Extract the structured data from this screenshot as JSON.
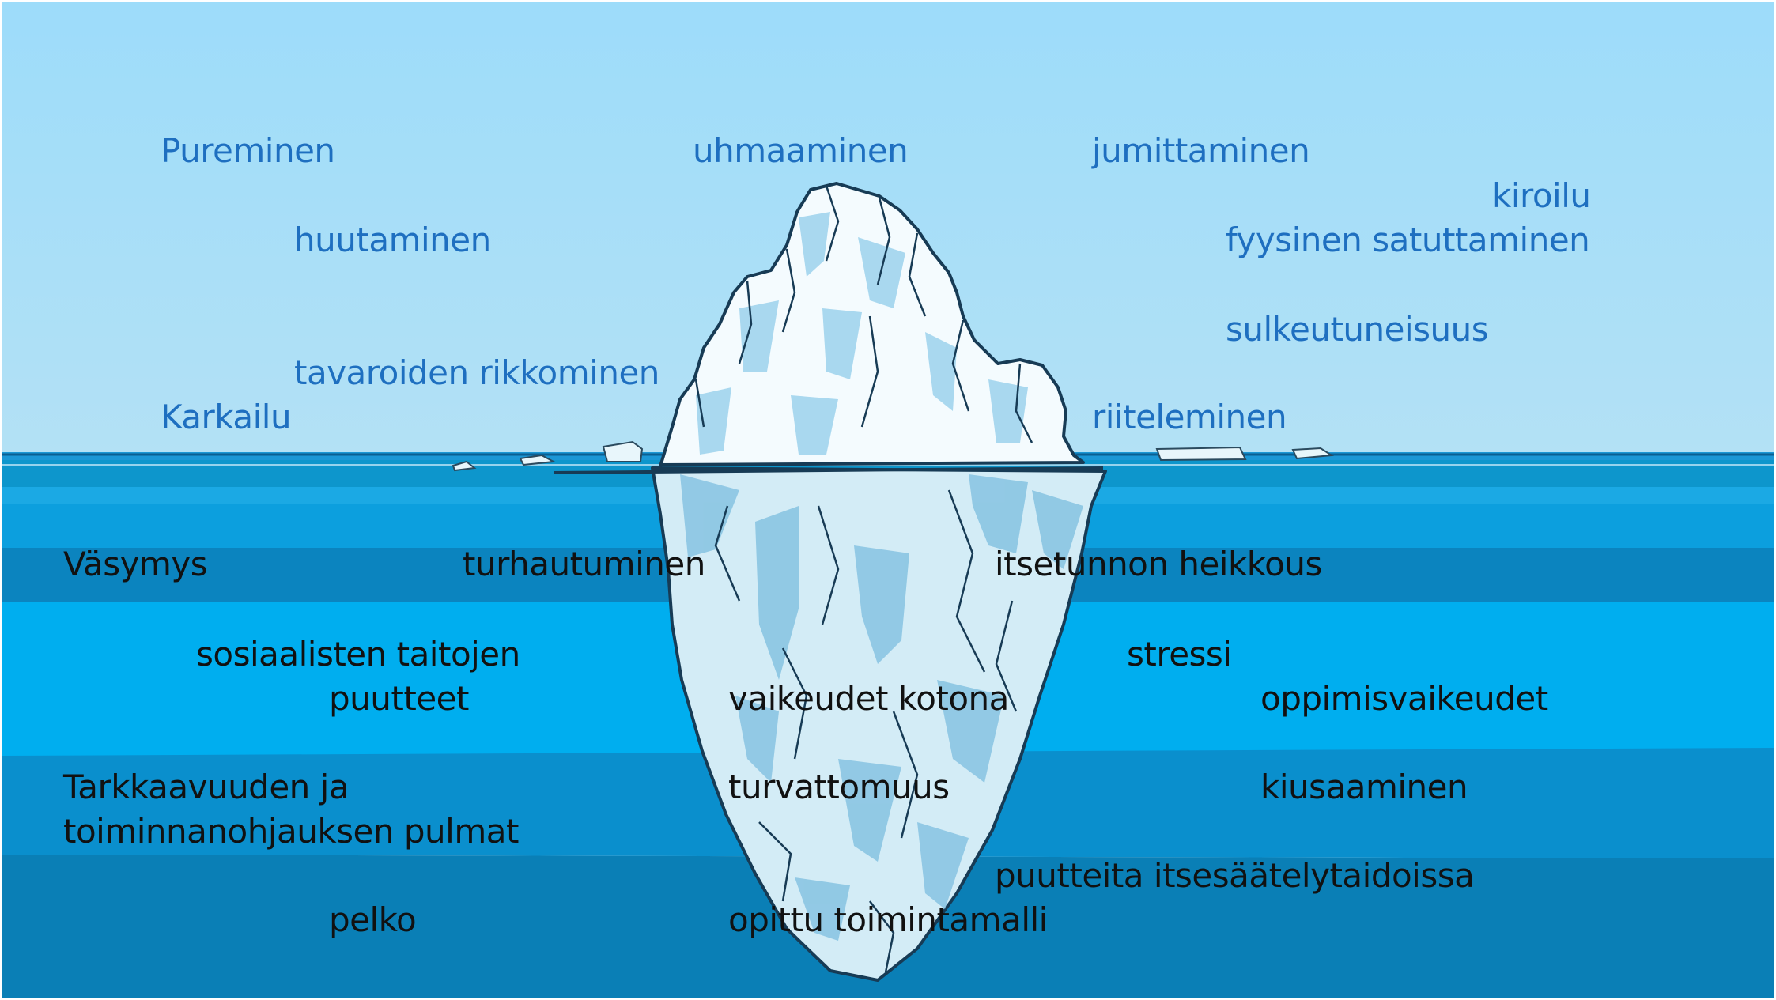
{
  "colors": {
    "sky": "#a6dcf6",
    "above_text": "#1e6fc0",
    "below_text": "#111111"
  },
  "above_water": [
    "Pureminen",
    "uhmaaminen",
    "jumittaminen",
    "kiroilu",
    "huutaminen",
    "fyysinen satuttaminen",
    "sulkeutuneisuus",
    "tavaroiden rikkominen",
    "Karkailu",
    "riiteleminen"
  ],
  "below_water": [
    "Väsymys",
    "turhautuminen",
    "itsetunnon heikkous",
    "sosiaalisten taitojen",
    "stressi",
    "puutteet",
    "vaikeudet kotona",
    "oppimisvaikeudet",
    "Tarkkaavuuden ja",
    "turvattomuus",
    "kiusaaminen",
    "toiminnanohjauksen pulmat",
    "puutteita itsesäätelytaidoissa",
    "pelko",
    "opittu toimintamalli"
  ]
}
